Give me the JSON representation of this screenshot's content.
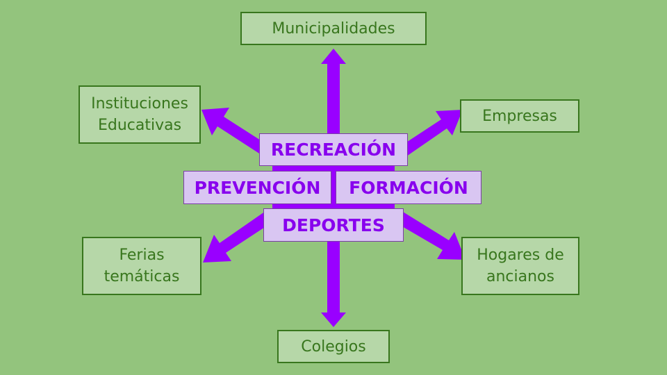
{
  "center": {
    "recreacion": "RECREACIÓN",
    "prevencion": "PREVENCIÓN",
    "formacion": "FORMACIÓN",
    "deportes": "DEPORTES"
  },
  "targets": {
    "municipalidades": "Municipalidades",
    "instituciones": "Instituciones\nEducativas",
    "empresas": "Empresas",
    "ferias": "Ferias\ntemáticas",
    "hogares": "Hogares de\nancianos",
    "colegios": "Colegios"
  },
  "colors": {
    "background": "#93c47d",
    "target_fill": "#b6d7a8",
    "target_border": "#38761d",
    "arrow": "#9900ff",
    "center_fill": "#d9c6f2",
    "center_text": "#8800ee"
  }
}
